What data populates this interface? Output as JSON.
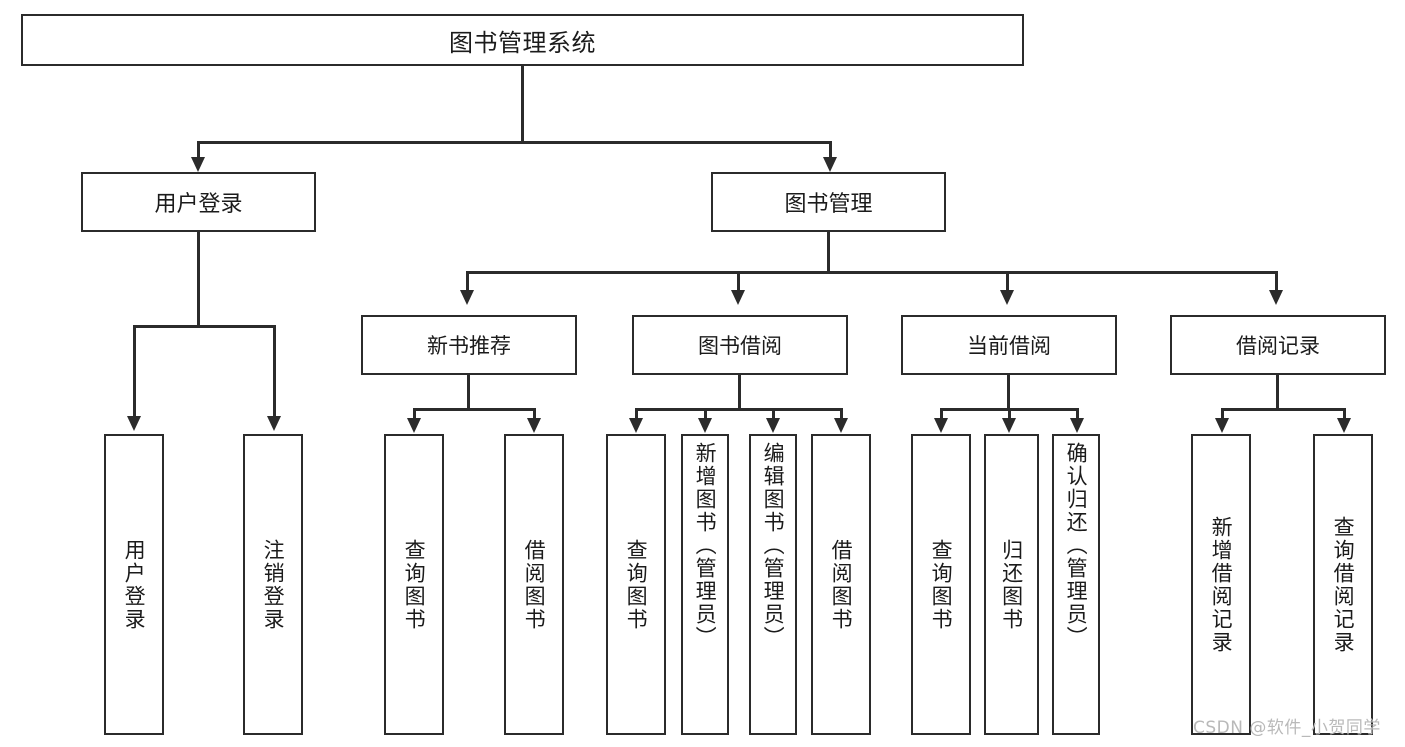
{
  "diagram": {
    "type": "tree",
    "title": "图书管理系统",
    "root": {
      "label": "图书管理系统"
    },
    "level1": [
      {
        "label": "用户登录"
      },
      {
        "label": "图书管理"
      }
    ],
    "level2": [
      {
        "label": "新书推荐"
      },
      {
        "label": "图书借阅"
      },
      {
        "label": "当前借阅"
      },
      {
        "label": "借阅记录"
      }
    ],
    "leaves": {
      "user_login": [
        {
          "label": "用户登录"
        },
        {
          "label": "注销登录"
        }
      ],
      "new_book_recommend": [
        {
          "label": "查询图书"
        },
        {
          "label": "借阅图书"
        }
      ],
      "book_borrow": [
        {
          "label": "查询图书"
        },
        {
          "label": "新增图书（管理员）"
        },
        {
          "label": "编辑图书（管理员）"
        },
        {
          "label": "借阅图书"
        }
      ],
      "current_borrow": [
        {
          "label": "查询图书"
        },
        {
          "label": "归还图书"
        },
        {
          "label": "确认归还（管理员）"
        }
      ],
      "borrow_record": [
        {
          "label": "新增借阅记录"
        },
        {
          "label": "查询借阅记录"
        }
      ]
    }
  },
  "watermark": {
    "text": "CSDN @软件_小贺同学"
  },
  "colors": {
    "background": "#ffffff",
    "stroke": "#2b2b2b",
    "text": "#1b1b1b",
    "watermark": "#b9b9b9"
  }
}
